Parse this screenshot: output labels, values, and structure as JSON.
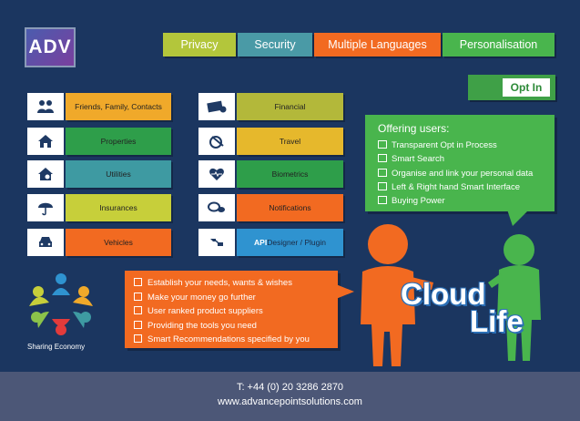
{
  "logo": {
    "text": "ADV"
  },
  "tabs": [
    {
      "label": "Privacy",
      "color": "#b3c63b"
    },
    {
      "label": "Security",
      "color": "#4a9aa6"
    },
    {
      "label": "Multiple Languages",
      "color": "#f26a21"
    },
    {
      "label": "Personalisation",
      "color": "#49b54d"
    }
  ],
  "optin": {
    "label": "Opt In"
  },
  "categories_left": [
    {
      "label": "Friends, Family, Contacts",
      "icon": "people-icon",
      "color": "#f0a92a"
    },
    {
      "label": "Properties",
      "icon": "house-icon",
      "color": "#2e9e4a"
    },
    {
      "label": "Utilities",
      "icon": "home-utility-icon",
      "color": "#3e9aa2"
    },
    {
      "label": "Insurances",
      "icon": "umbrella-icon",
      "color": "#c7cf3a"
    },
    {
      "label": "Vehicles",
      "icon": "car-icon",
      "color": "#f26a21"
    }
  ],
  "categories_right": [
    {
      "label": "Financial",
      "icon": "money-icon",
      "color": "#b3b83a"
    },
    {
      "label": "Travel",
      "icon": "globe-plane-icon",
      "color": "#e6b82c"
    },
    {
      "label": "Biometrics",
      "icon": "heart-pulse-icon",
      "color": "#2e9e4a"
    },
    {
      "label": "Notifications",
      "icon": "chat-bubbles-icon",
      "color": "#f26a21"
    },
    {
      "label_api": "API",
      "label_rest": " Designer / Plugin",
      "icon": "plugin-icon",
      "color": "#2f93d0"
    }
  ],
  "offering": {
    "title": "Offering users:",
    "items": [
      "Transparent Opt in Process",
      "Smart Search",
      "Organise and link your personal data",
      "Left & Right hand Smart Interface",
      "Buying Power"
    ]
  },
  "needs": {
    "items": [
      "Establish your needs, wants & wishes",
      "Make your money go further",
      "User ranked product suppliers",
      "Providing the tools you need",
      "Smart Recommendations specified by you"
    ]
  },
  "sharing": {
    "label": "Sharing Economy"
  },
  "cloud": {
    "line1": "Cloud",
    "line2": "Life"
  },
  "footer": {
    "phone": "T: +44 (0) 20 3286 2870",
    "website": "www.advancepointsolutions.com"
  }
}
